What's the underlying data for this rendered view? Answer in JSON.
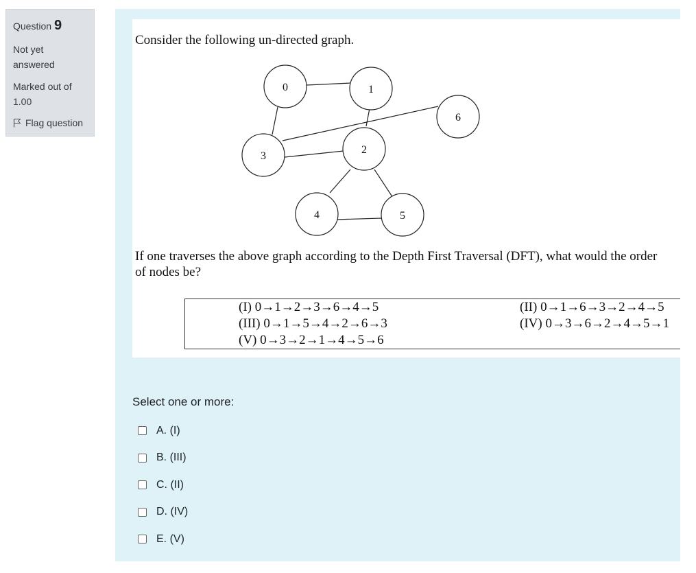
{
  "info": {
    "question_label": "Question",
    "question_number": "9",
    "status": "Not yet answered",
    "marks": "Marked out of 1.00",
    "flag_label": "Flag question"
  },
  "question": {
    "intro": "Consider the following un-directed graph.",
    "text_line1": "If one traverses the above graph according to the Depth First Traversal (DFT), what would the order",
    "text_line2": "of nodes be?",
    "graph_nodes": [
      "0",
      "1",
      "2",
      "3",
      "4",
      "5",
      "6"
    ],
    "options": [
      {
        "label": "(I)",
        "sequence": "0→1→2→3→6→4→5"
      },
      {
        "label": "(II)",
        "sequence": "0→1→6→3→2→4→5"
      },
      {
        "label": "(III)",
        "sequence": "0→1→5→4→2→6→3"
      },
      {
        "label": "(IV)",
        "sequence": "0→3→6→2→4→5→1"
      },
      {
        "label": "(V)",
        "sequence": "0→3→2→1→4→5→6"
      }
    ]
  },
  "answers": {
    "prompt": "Select one or more:",
    "choices": [
      "A. (I)",
      "B. (III)",
      "C. (II)",
      "D. (IV)",
      "E. (V)"
    ]
  }
}
